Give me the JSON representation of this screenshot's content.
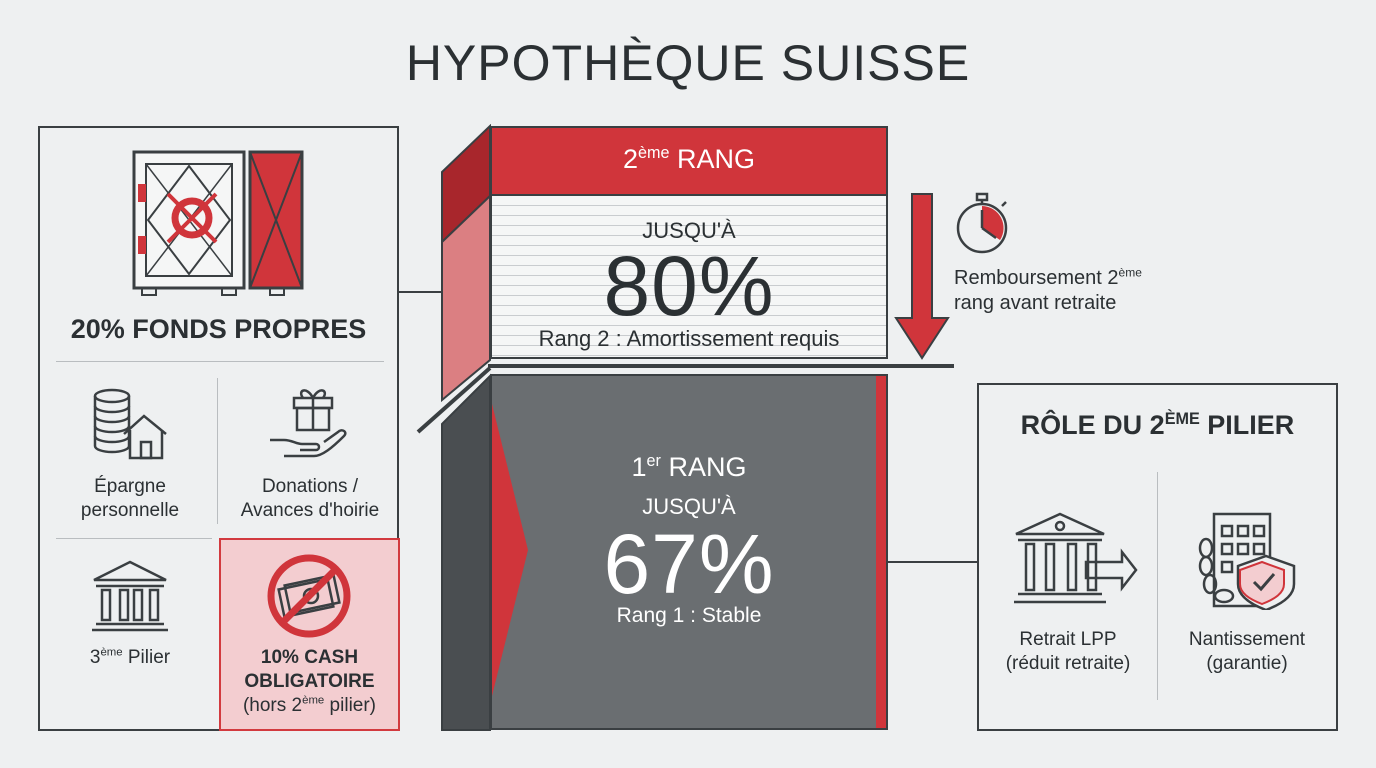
{
  "title": "HYPOTHÈQUE SUISSE",
  "equity": {
    "title": "20% FONDS PROPRES",
    "items": [
      {
        "label_line1": "Épargne",
        "label_line2": "personnelle",
        "icon": "coins-house-icon"
      },
      {
        "label_line1": "Donations /",
        "label_line2": "Avances d'hoirie",
        "icon": "gift-hand-icon"
      },
      {
        "label_num": "3",
        "label_sup": "ème",
        "label_rest": " Pilier",
        "icon": "pillar-building-icon"
      }
    ],
    "cash": {
      "line1": "10% CASH",
      "line2": "OBLIGATOIRE",
      "line3_pre": "(hors 2",
      "line3_sup": "ème",
      "line3_post": " pilier)",
      "icon": "no-cash-icon"
    }
  },
  "rang2": {
    "label_num": "2",
    "label_sup": "ème",
    "label_rest": " RANG",
    "upto": "JUSQU'À",
    "value": "80%",
    "note": "Rang 2 : Amortissement requis"
  },
  "rang1": {
    "label_num": "1",
    "label_sup": "er",
    "label_rest": " RANG",
    "upto": "JUSQU'À",
    "value": "67%",
    "note": "Rang 1 : Stable"
  },
  "repayment": {
    "line1_pre": "Remboursement 2",
    "line1_sup": "ème",
    "line2": "rang avant retraite",
    "icon": "stopwatch-icon"
  },
  "pillar2": {
    "title_pre": "RÔLE DU 2",
    "title_sup": "ÈME",
    "title_post": " PILIER",
    "items": [
      {
        "line1": "Retrait LPP",
        "line2": "(réduit retraite)",
        "icon": "bank-arrow-icon"
      },
      {
        "line1": "Nantissement",
        "line2": "(garantie)",
        "icon": "building-chain-shield-icon"
      }
    ]
  },
  "colors": {
    "accent_red": "#d0353b",
    "dark_gray": "#6a6e71",
    "outline": "#3a3f42",
    "background": "#eef0f1"
  }
}
